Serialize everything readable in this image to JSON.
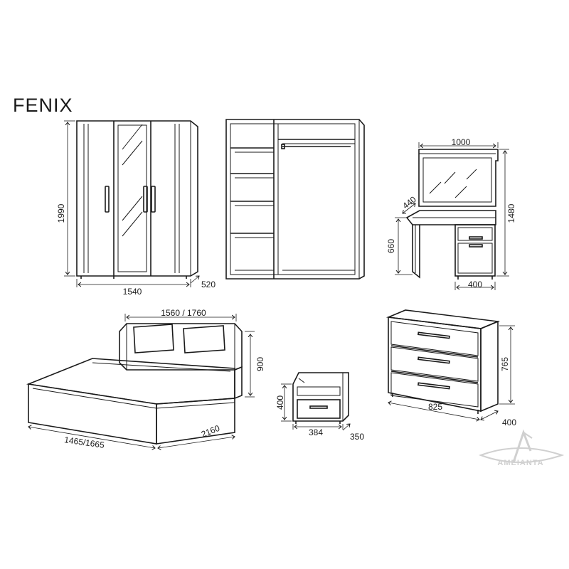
{
  "title": "FENIX",
  "brand": "AMEIANTA",
  "wardrobe": {
    "height": "1990",
    "width": "1540",
    "depth": "520"
  },
  "dressing_table": {
    "width": "1000",
    "depth": "440",
    "height": "660",
    "total_height": "1480",
    "cabinet_width": "400"
  },
  "bed": {
    "width": "1560 / 1760",
    "headboard_height": "900",
    "inner_width": "1465/1665",
    "length": "2160"
  },
  "nightstand": {
    "height": "400",
    "width": "384",
    "depth": "350"
  },
  "dresser": {
    "height": "765",
    "width": "825",
    "depth": "400"
  },
  "colors": {
    "line": "#1a1a1a",
    "background": "#ffffff",
    "logo": "#d0d0d0"
  }
}
